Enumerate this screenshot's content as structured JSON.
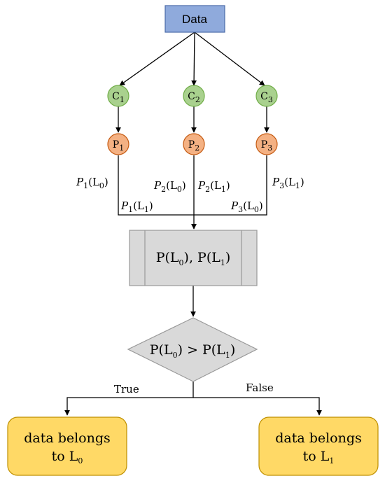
{
  "data_node": {
    "label": "Data"
  },
  "classifiers": [
    {
      "base": "C",
      "sub": "1"
    },
    {
      "base": "C",
      "sub": "2"
    },
    {
      "base": "C",
      "sub": "3"
    }
  ],
  "predictors": [
    {
      "base": "P",
      "sub": "1"
    },
    {
      "base": "P",
      "sub": "2"
    },
    {
      "base": "P",
      "sub": "3"
    }
  ],
  "edge_labels": {
    "p1_l0": {
      "p": "P",
      "ps": "1",
      "l": "L",
      "ls": "0"
    },
    "p1_l1": {
      "p": "P",
      "ps": "1",
      "l": "L",
      "ls": "1"
    },
    "p2_l0": {
      "p": "P",
      "ps": "2",
      "l": "L",
      "ls": "0"
    },
    "p2_l1": {
      "p": "P",
      "ps": "2",
      "l": "L",
      "ls": "1"
    },
    "p3_l0": {
      "p": "P",
      "ps": "3",
      "l": "L",
      "ls": "0"
    },
    "p3_l1": {
      "p": "P",
      "ps": "3",
      "l": "L",
      "ls": "1"
    }
  },
  "aggregate": {
    "a": "P(L",
    "as": "0",
    "b": "), P(L",
    "bs": "1",
    "c": ")"
  },
  "decision": {
    "a": "P(L",
    "as": "0",
    "b": ") > P(L",
    "bs": "1",
    "c": ")"
  },
  "branches": {
    "true_label": "True",
    "false_label": "False"
  },
  "outcomes": {
    "left": {
      "line1": "data belongs",
      "line2": "to L",
      "sub": "0"
    },
    "right": {
      "line1": "data belongs",
      "line2": "to L",
      "sub": "1"
    }
  },
  "colors": {
    "data_fill": "#8faadc",
    "data_stroke": "#4a6aa8",
    "classifier_fill": "#a9d18e",
    "classifier_stroke": "#70ad47",
    "predictor_fill": "#f4b183",
    "predictor_stroke": "#c55a11",
    "aggregate_fill": "#d9d9d9",
    "decision_fill": "#d9d9d9",
    "outcome_fill": "#ffd966",
    "outcome_stroke": "#bf9000"
  }
}
